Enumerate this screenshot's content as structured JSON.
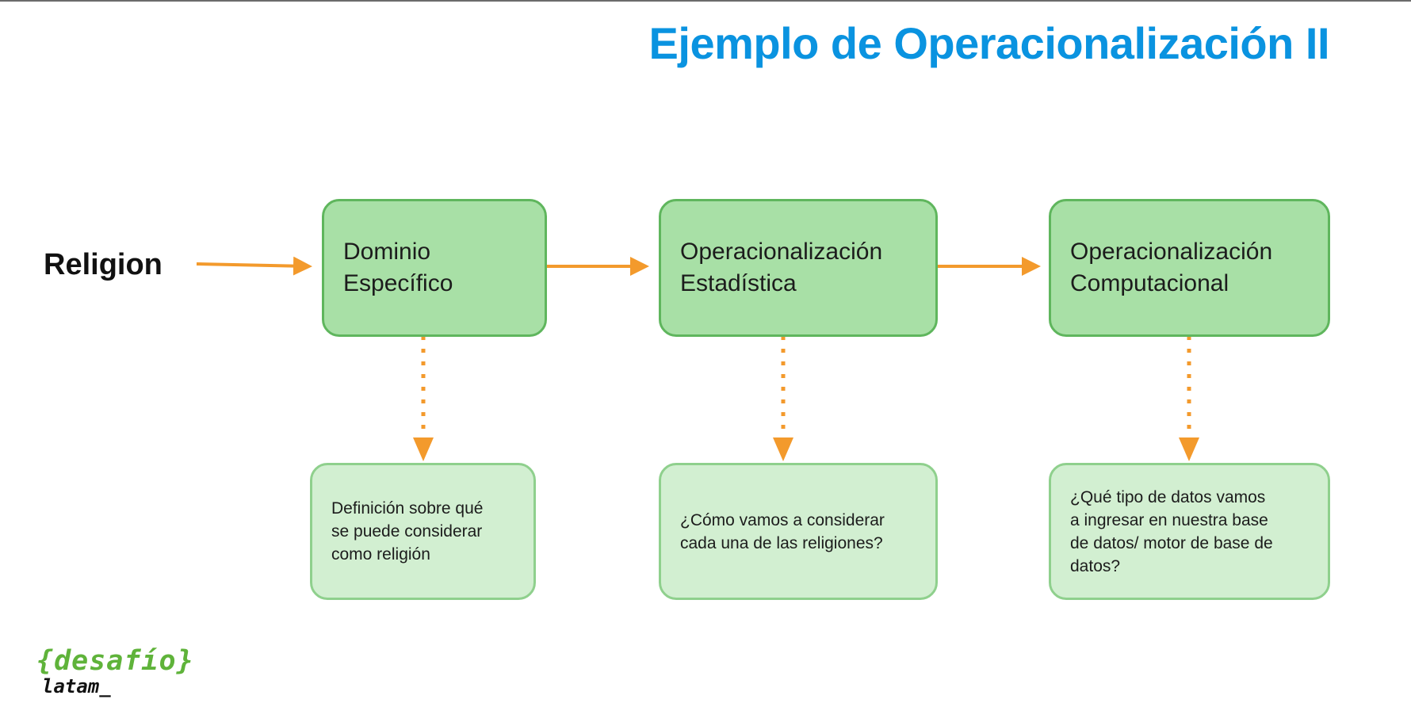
{
  "title": "Ejemplo de Operacionalización II",
  "input_label": "Religion",
  "stages": [
    {
      "label": "Dominio\nEspecífico",
      "detail": "Definición sobre qué\nse puede considerar\ncomo religión"
    },
    {
      "label": "Operacionalización\nEstadística",
      "detail": "¿Cómo vamos a considerar\ncada una de las religiones?"
    },
    {
      "label": "Operacionalización\nComputacional",
      "detail": "¿Qué tipo de datos vamos\na ingresar en nuestra base\nde datos/ motor de base de\ndatos?"
    }
  ],
  "logo": {
    "line1": "{desafío}",
    "line2": "latam_"
  },
  "colors": {
    "title": "#0a93e0",
    "stage_fill": "#a8e0a6",
    "stage_border": "#5fb65d",
    "detail_fill": "#d2efd1",
    "detail_border": "#8fd08d",
    "arrow": "#f39a2c",
    "logo_green": "#5fb33a"
  },
  "icons": {
    "flow_arrow": "arrow-right-icon",
    "dotted_arrow": "arrow-down-dotted-icon",
    "logo": "desafio-latam-logo"
  }
}
